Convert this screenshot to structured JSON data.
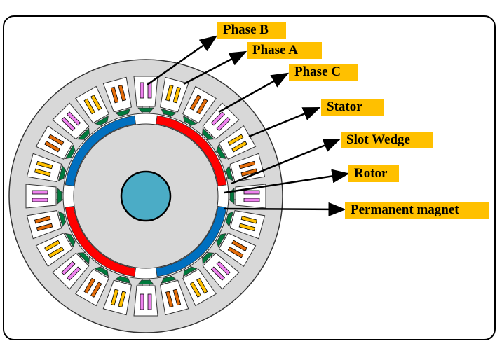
{
  "colors": {
    "label_bg": "#ffc000",
    "stator": "#d8d8d8",
    "rotor": "#d8d8d8",
    "shaft": "#4bacc6",
    "magnet_north": "#0070c0",
    "magnet_south": "#ff0000",
    "phase_a": "#ffc000",
    "phase_b": "#ee82ee",
    "phase_c": "#e36c09",
    "slot_wedge": "#007a3d",
    "slot": "#ffffff"
  },
  "slot_count": 24,
  "magnet_count": 4,
  "labels": {
    "phase_b": "Phase B",
    "phase_a": "Phase A",
    "phase_c": "Phase C",
    "stator": "Stator",
    "slot_wedge": "Slot Wedge",
    "rotor": "Rotor",
    "permanent_magnet": "Permanent magnet"
  }
}
